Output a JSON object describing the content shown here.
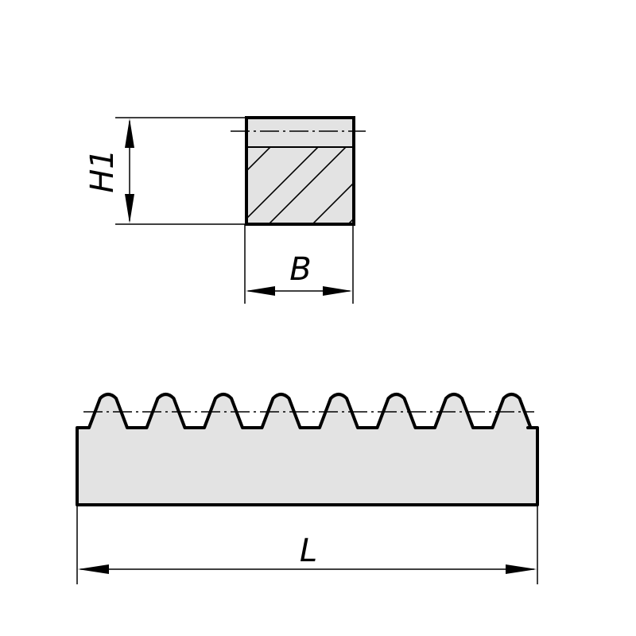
{
  "labels": {
    "height": "H1",
    "width": "B",
    "length": "L"
  },
  "colors": {
    "line": "#000000",
    "fill": "#e3e3e3",
    "background": "#ffffff"
  }
}
